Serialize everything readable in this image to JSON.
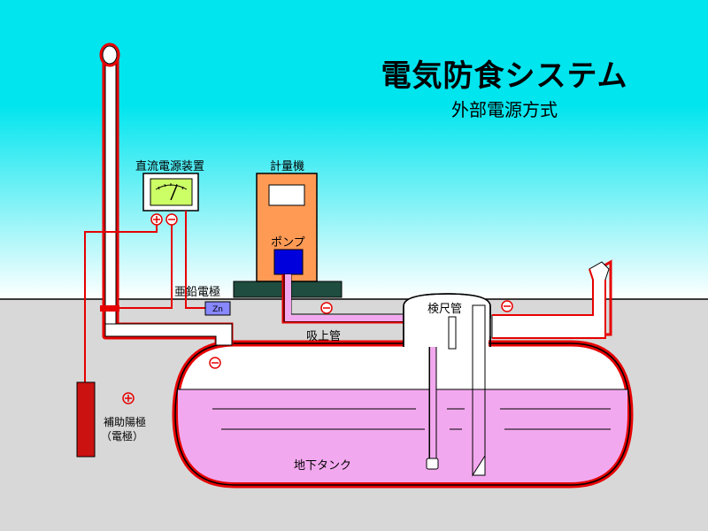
{
  "header": {
    "title": "電気防食システム",
    "subtitle": "外部電源方式"
  },
  "labels": {
    "dc_power_supply": "直流電源装置",
    "meter": "計量機",
    "pump": "ポンプ",
    "zinc_electrode": "亜鉛電極",
    "zn": "Zn",
    "dipstick_pipe": "検尺管",
    "suction_pipe": "吸上管",
    "underground_tank": "地下タンク",
    "aux_anode_line1": "補助陽極",
    "aux_anode_line2": "（電極）"
  },
  "symbols": {
    "plus": "+",
    "minus": "−"
  },
  "colors": {
    "sky_top": "#00e5ee",
    "sky_bottom": "#ffffff",
    "ground": "#d8d8d8",
    "wire": "#e60000",
    "liquid": "#f2a8ee",
    "pump_body": "#ff9a55",
    "pump_box": "#0000dd",
    "meter_face": "#ccff66",
    "anode": "#cc1111",
    "base_plate": "#1f4d3f",
    "zinc_box": "#8888ff"
  }
}
